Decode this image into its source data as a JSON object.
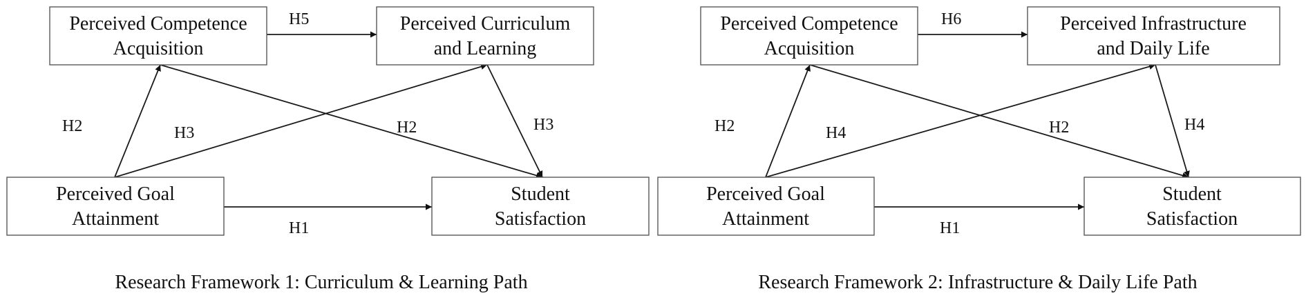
{
  "frameworks": [
    {
      "caption": "Research Framework 1: Curriculum & Learning Path",
      "nodes": {
        "competence": [
          "Perceived Competence",
          "Acquisition"
        ],
        "mediator": [
          "Perceived Curriculum",
          "and Learning"
        ],
        "goal": [
          "Perceived Goal",
          "Attainment"
        ],
        "satisfaction": [
          "Student",
          "Satisfaction"
        ]
      },
      "labels": {
        "top": "H5",
        "left": "H2",
        "cross_a": "H3",
        "cross_b": "H2",
        "right": "H3",
        "bottom": "H1"
      }
    },
    {
      "caption": "Research Framework 2: Infrastructure & Daily Life Path",
      "nodes": {
        "competence": [
          "Perceived Competence",
          "Acquisition"
        ],
        "mediator": [
          "Perceived Infrastructure",
          "and Daily Life"
        ],
        "goal": [
          "Perceived Goal",
          "Attainment"
        ],
        "satisfaction": [
          "Student",
          "Satisfaction"
        ]
      },
      "labels": {
        "top": "H6",
        "left": "H2",
        "cross_a": "H4",
        "cross_b": "H2",
        "right": "H4",
        "bottom": "H1"
      }
    }
  ]
}
